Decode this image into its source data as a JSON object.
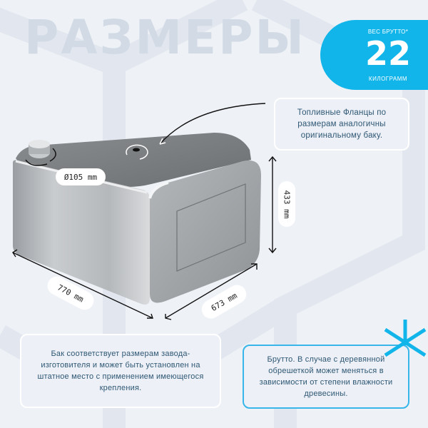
{
  "title": "РАЗМЕРЫ",
  "weight_badge": {
    "label_top": "ВЕС БРУТТО*",
    "value": "22",
    "label_bottom": "КИЛОГРАММ",
    "color": "#12b5ea"
  },
  "cards": {
    "flanges": "Топливные Фланцы по размерам аналогичны оригинальному баку.",
    "compatibility": "Бак соответствует размерам завода-изготовителя и может быть установлен на штатное место с применением имеющегося крепления.",
    "gross_note": "Брутто. В случае с деревянной обрешеткой может меняться в зависимости от степени влажности древесины."
  },
  "dimensions": {
    "cap_diameter": "Ø105 mm",
    "height": "433 mm",
    "width": "770 mm",
    "depth": "673 mm"
  },
  "colors": {
    "accent": "#12b5ea",
    "text": "#2f5774",
    "title": "#d2dbe5",
    "background": "#eef1f6"
  }
}
